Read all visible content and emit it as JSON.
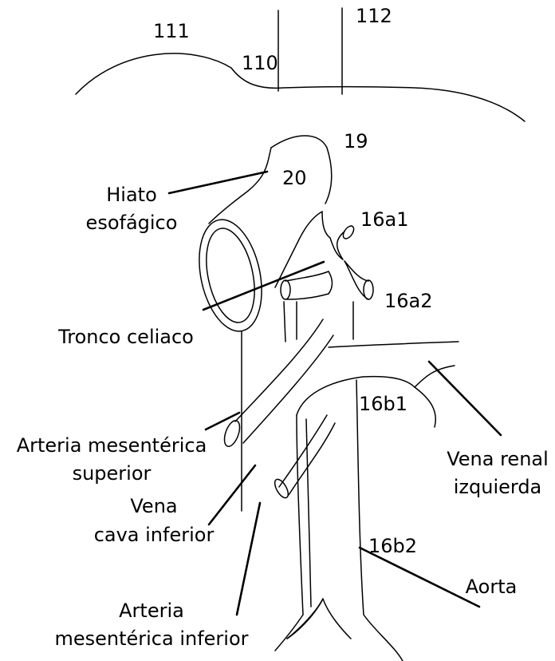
{
  "labels": {
    "n111": "111",
    "n112": "112",
    "n110": "110",
    "n19": "19",
    "n20": "20",
    "n16a1": "16a1",
    "n16a2": "16a2",
    "n16b1": "16b1",
    "n16b2": "16b2",
    "hiato_1": "Hiato",
    "hiato_2": "esofágico",
    "tronco": "Tronco celiaco",
    "ams_1": "Arteria mesentérica",
    "ams_2": "superior",
    "vci_1": "Vena",
    "vci_2": "cava inferior",
    "ami_1": "Arteria",
    "ami_2": "mesentérica inferior",
    "vrenal_1": "Vena renal",
    "vrenal_2": "izquierda",
    "aorta": "Aorta"
  }
}
